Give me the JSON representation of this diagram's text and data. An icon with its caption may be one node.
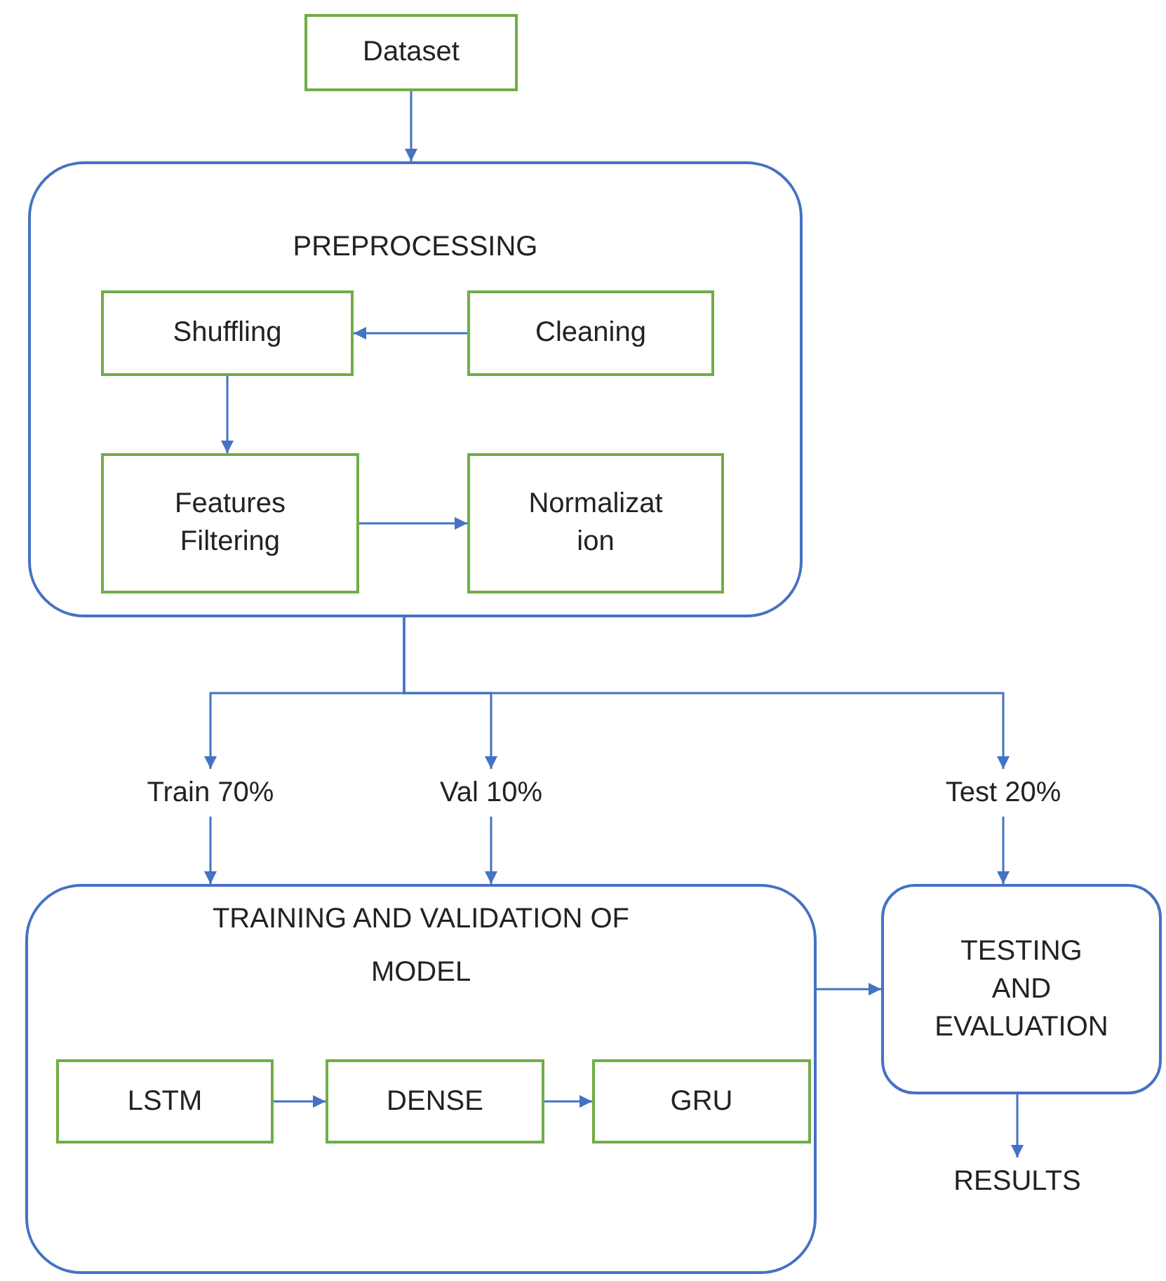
{
  "diagram": {
    "nodes": [
      {
        "text": [
          "Dataset"
        ]
      },
      {
        "text": [
          "PREPROCESSING"
        ]
      },
      {
        "text": [
          "Shuffling"
        ],
        "in": 1
      },
      {
        "text": [
          "Cleaning"
        ],
        "in": 1
      },
      {
        "text": [
          "Features Filtering"
        ],
        "in": 1
      },
      {
        "text": [
          "Normalizat ion"
        ],
        "in": 1
      },
      {
        "text": [
          "Train 70%"
        ]
      },
      {
        "text": [
          "Val 10%"
        ]
      },
      {
        "text": [
          "Test 20%"
        ]
      },
      {
        "text": [
          "TRAINING AND VALIDATION OF MODEL"
        ]
      },
      {
        "text": [
          "LSTM"
        ],
        "in": 9
      },
      {
        "text": [
          "DENSE"
        ],
        "in": 9
      },
      {
        "text": [
          "GRU"
        ],
        "in": 9
      },
      {
        "text": [
          "TESTING AND EVALUATION"
        ]
      },
      {
        "text": [
          "RESULTS"
        ]
      }
    ],
    "edges": [
      {
        "from": 0,
        "to": 1,
        "arrow": "to"
      },
      {
        "from": 3,
        "to": 2,
        "arrow": "to"
      },
      {
        "from": 2,
        "to": 4,
        "arrow": "to"
      },
      {
        "from": 4,
        "to": 5,
        "arrow": "to"
      },
      {
        "from": 1,
        "to": 6,
        "arrow": "to"
      },
      {
        "from": 1,
        "to": 7,
        "arrow": "to"
      },
      {
        "from": 1,
        "to": 8,
        "arrow": "to"
      },
      {
        "from": 6,
        "to": 9,
        "arrow": "to"
      },
      {
        "from": 7,
        "to": 9,
        "arrow": "to"
      },
      {
        "from": 8,
        "to": 13,
        "arrow": "to"
      },
      {
        "from": 9,
        "to": 13,
        "arrow": "to"
      },
      {
        "from": 10,
        "to": 11,
        "arrow": "to"
      },
      {
        "from": 11,
        "to": 12,
        "arrow": "to"
      },
      {
        "from": 13,
        "to": 14,
        "arrow": "to"
      }
    ]
  }
}
